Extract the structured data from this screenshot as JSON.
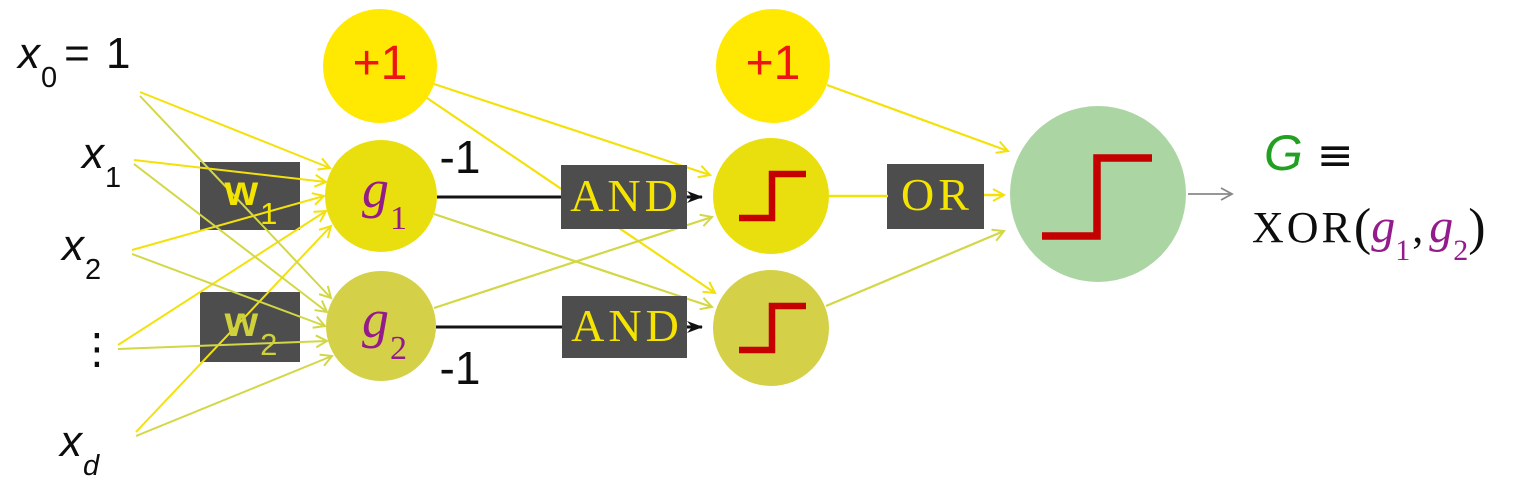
{
  "diagram_title": "multilayer perceptron computing XOR of two perceptrons",
  "palette": {
    "bias_node_fill": "#ffe903",
    "g1_node_fill": "#eadf0e",
    "g2_node_fill": "#d4d149",
    "output_node_fill": "#abd5a2",
    "gate_box_fill": "#4d4d4d",
    "gate_text_yellow": "#f5e400",
    "edge_yellow": "#f3e10a",
    "edge_olive": "#d2d745",
    "step_glyph_red": "#c50000",
    "bias_text_red": "#ee1414",
    "math_purple": "#941b8c",
    "output_green": "#22a022"
  },
  "inputs": {
    "x0": {
      "base": "x",
      "sub": "0",
      "suffix": "= 1"
    },
    "x1": {
      "base": "x",
      "sub": "1"
    },
    "x2": {
      "base": "x",
      "sub": "2"
    },
    "dots": "⋮",
    "xd": {
      "base": "x",
      "sub": "d"
    }
  },
  "weights": {
    "w1": {
      "base": "w",
      "sub": "1"
    },
    "w2": {
      "base": "w",
      "sub": "2"
    }
  },
  "bias": {
    "label": "+1"
  },
  "hidden": {
    "g1": {
      "base": "g",
      "sub": "1"
    },
    "g2": {
      "base": "g",
      "sub": "2"
    }
  },
  "edge_weights": {
    "into_and1": "-1",
    "into_and2": "-1"
  },
  "gates": {
    "and1": "AND",
    "and2": "AND",
    "or": "OR"
  },
  "output": {
    "name": "G",
    "equiv": "≡",
    "fn": "XOR",
    "open": "(",
    "arg1": {
      "base": "g",
      "sub": "1"
    },
    "comma": ",",
    "arg2": {
      "base": "g",
      "sub": "2"
    },
    "close": ")"
  }
}
